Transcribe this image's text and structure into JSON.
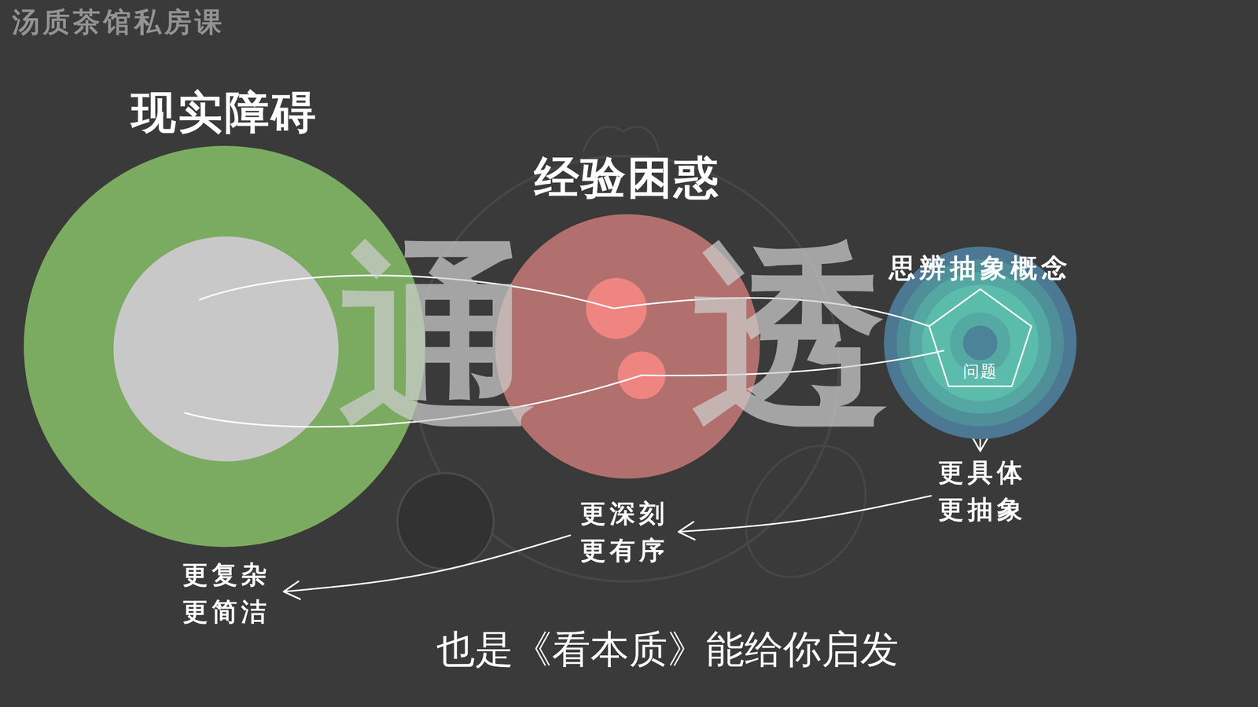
{
  "diagram": {
    "caption": "也是《看本质》能给你启发",
    "nodes": [
      {
        "text": [
          "现实障碍"
        ]
      },
      {
        "text": [
          "经验困惑"
        ]
      },
      {
        "text": [
          "思辨抽象概念"
        ]
      },
      {
        "text": [
          "问题"
        ],
        "in": 2
      },
      {
        "text": [
          "更具体 更抽象"
        ]
      },
      {
        "text": [
          "更深刻 更有序"
        ]
      },
      {
        "text": [
          "更复杂 更简洁"
        ]
      }
    ],
    "edges": [
      {
        "from": 3,
        "to": 4,
        "arrow": "to"
      },
      {
        "from": 4,
        "to": 5,
        "arrow": "to"
      },
      {
        "from": 5,
        "to": 6,
        "arrow": "to"
      }
    ],
    "labels": [
      "汤质茶馆私房课",
      "通透"
    ]
  }
}
